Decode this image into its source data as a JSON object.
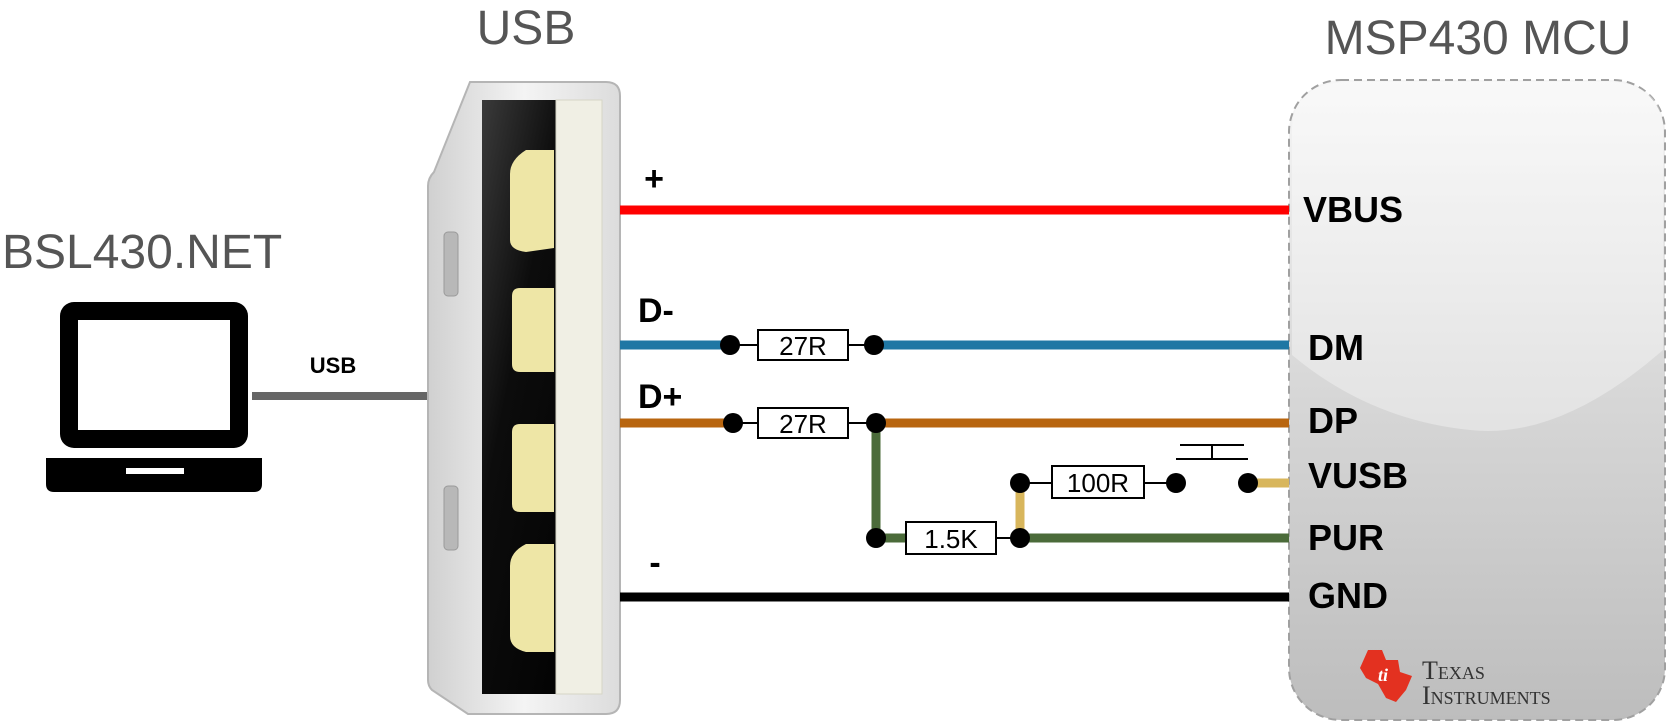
{
  "labels": {
    "usb_title": "USB",
    "mcu_title": "MSP430 MCU",
    "host_title": "BSL430.NET",
    "usb_cable": "USB"
  },
  "wires": {
    "plus": "+",
    "dminus": "D-",
    "dplus": "D+",
    "minus": "-"
  },
  "pins": {
    "vbus": "VBUS",
    "dm": "DM",
    "dp": "DP",
    "vusb": "VUSB",
    "pur": "PUR",
    "gnd": "GND"
  },
  "resistors": {
    "r_dm": "27R",
    "r_dp": "27R",
    "r_vusb": "100R",
    "r_pur": "1.5K"
  },
  "logo": {
    "line1": "Texas",
    "line2": "Instruments"
  },
  "colors": {
    "vbus": "#ff0000",
    "dm": "#1f77a4",
    "dp": "#b8650f",
    "pur": "#4b6b3a",
    "vusb": "#d8b65c",
    "gnd": "#000000",
    "host_cable": "#666666",
    "ti_red": "#e33120"
  },
  "icons": {
    "host": "laptop-icon",
    "connector": "usb-connector-icon",
    "switch": "push-button-switch-icon",
    "logo": "texas-instruments-logo"
  }
}
